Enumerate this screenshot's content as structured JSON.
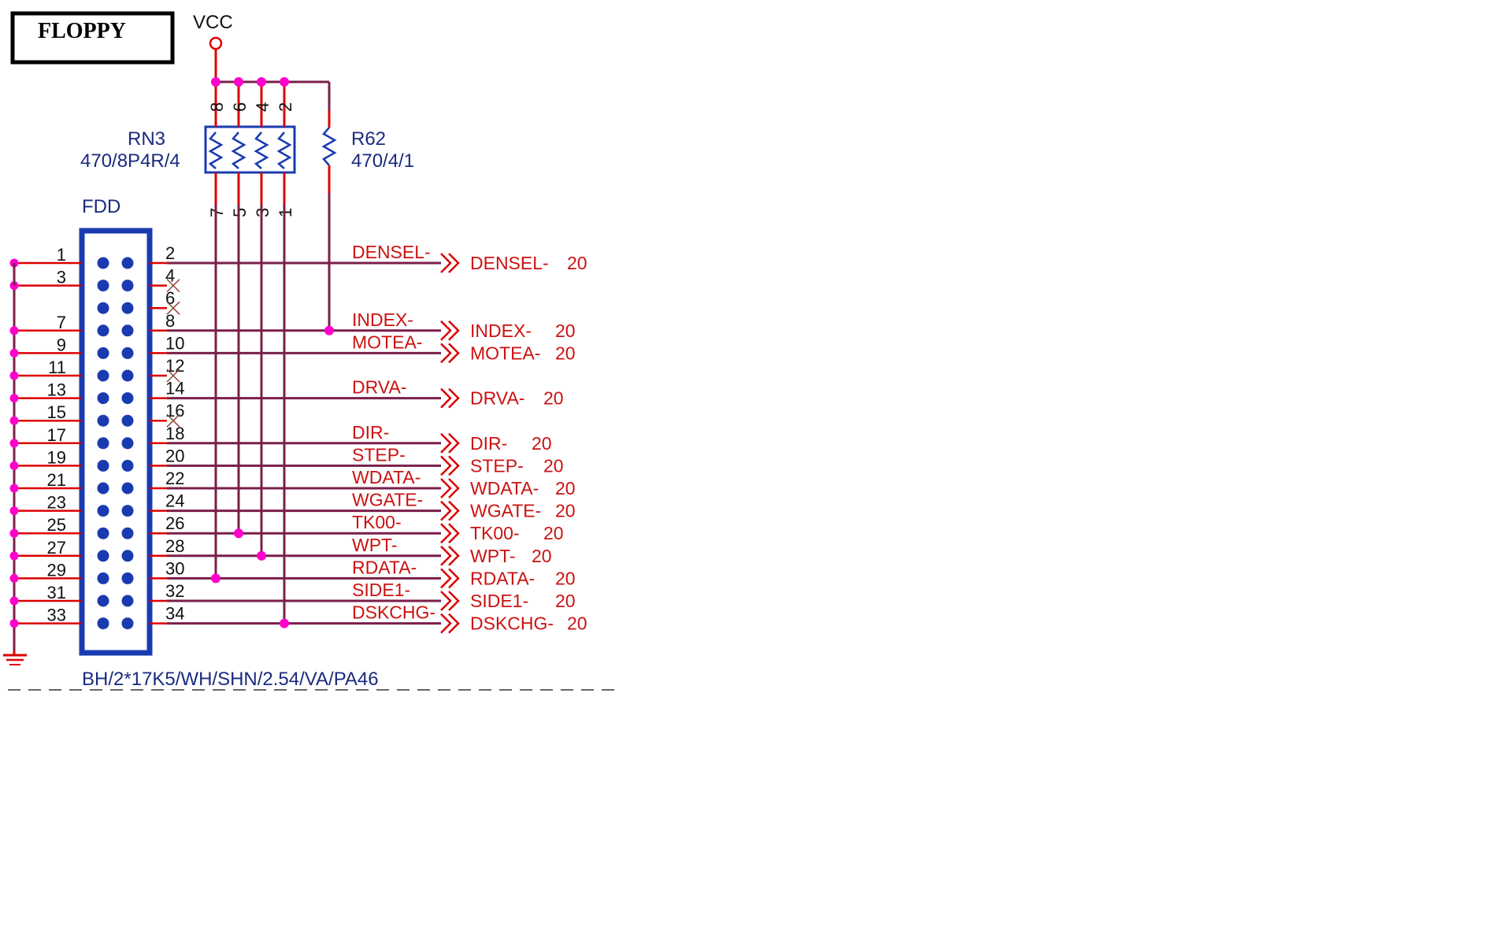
{
  "title": "FLOPPY",
  "power": "VCC",
  "resistor_network": {
    "ref": "RN3",
    "value": "470/8P4R/4",
    "top_pins": [
      "8",
      "6",
      "4",
      "2"
    ],
    "bottom_pins": [
      "7",
      "5",
      "3",
      "1"
    ]
  },
  "resistor": {
    "ref": "R62",
    "value": "470/4/1"
  },
  "connector": {
    "ref": "FDD",
    "part": "BH/2*17K5/WH/SHN/2.54/VA/PA46"
  },
  "left_pins": [
    "1",
    "3",
    "7",
    "9",
    "11",
    "13",
    "15",
    "17",
    "19",
    "21",
    "23",
    "25",
    "27",
    "29",
    "31",
    "33"
  ],
  "right_pins": [
    "2",
    "4",
    "6",
    "8",
    "10",
    "12",
    "14",
    "16",
    "18",
    "20",
    "22",
    "24",
    "26",
    "28",
    "30",
    "32",
    "34"
  ],
  "signals": [
    {
      "pin": "2",
      "name": "DENSEL-",
      "port": "DENSEL-",
      "sheet": "20"
    },
    {
      "pin": "8",
      "name": "INDEX-",
      "port": "INDEX-",
      "sheet": "20"
    },
    {
      "pin": "10",
      "name": "MOTEA-",
      "port": "MOTEA-",
      "sheet": "20"
    },
    {
      "pin": "14",
      "name": "DRVA-",
      "port": "DRVA-",
      "sheet": "20"
    },
    {
      "pin": "18",
      "name": "DIR-",
      "port": "DIR-",
      "sheet": "20"
    },
    {
      "pin": "20",
      "name": "STEP-",
      "port": "STEP-",
      "sheet": "20"
    },
    {
      "pin": "22",
      "name": "WDATA-",
      "port": "WDATA-",
      "sheet": "20"
    },
    {
      "pin": "24",
      "name": "WGATE-",
      "port": "WGATE-",
      "sheet": "20"
    },
    {
      "pin": "26",
      "name": "TK00-",
      "port": "TK00-",
      "sheet": "20"
    },
    {
      "pin": "28",
      "name": "WPT-",
      "port": "WPT-",
      "sheet": "20"
    },
    {
      "pin": "30",
      "name": "RDATA-",
      "port": "RDATA-",
      "sheet": "20"
    },
    {
      "pin": "32",
      "name": "SIDE1-",
      "port": "SIDE1-",
      "sheet": "20"
    },
    {
      "pin": "34",
      "name": "DSKCHG-",
      "port": "DSKCHG-",
      "sheet": "20"
    }
  ],
  "colors": {
    "wire": "#7a1f4a",
    "pin": "#dd0000",
    "component": "#1a3bb0",
    "junction": "#ff00cc",
    "signal_text": "#cc1111",
    "label_text": "#111111",
    "ref_text": "#1a2a80"
  }
}
